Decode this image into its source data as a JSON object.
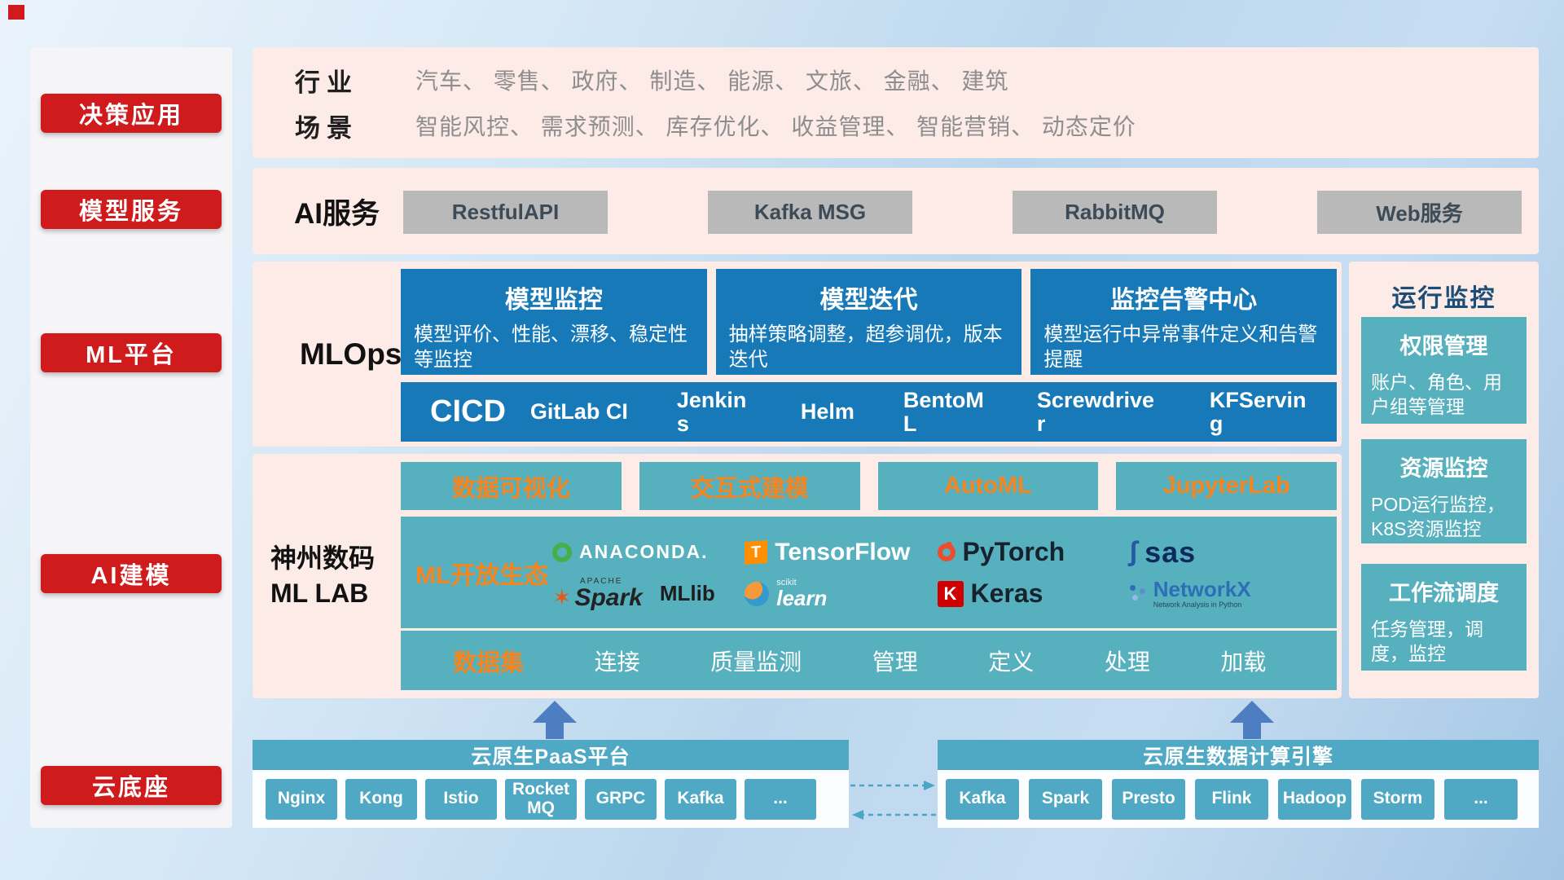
{
  "sidebar": {
    "items": [
      {
        "label": "决策应用"
      },
      {
        "label": "模型服务"
      },
      {
        "label": "ML平台"
      },
      {
        "label": "AI建模"
      },
      {
        "label": "云底座"
      }
    ]
  },
  "industry": {
    "row1_label": "行业",
    "row1_text": "汽车、 零售、 政府、 制造、 能源、 文旅、 金融、 建筑",
    "row2_label": "场景",
    "row2_text": "智能风控、 需求预测、 库存优化、 收益管理、 智能营销、 动态定价"
  },
  "ai_service": {
    "label": "AI服务",
    "buttons": [
      {
        "label": "RestfulAPI"
      },
      {
        "label": "Kafka MSG"
      },
      {
        "label": "RabbitMQ"
      },
      {
        "label": "Web服务"
      }
    ]
  },
  "mlops": {
    "label": "MLOps",
    "cards": [
      {
        "title": "模型监控",
        "desc": "模型评价、性能、漂移、稳定性等监控"
      },
      {
        "title": "模型迭代",
        "desc": "抽样策略调整，超参调优，版本迭代"
      },
      {
        "title": "监控告警中心",
        "desc": "模型运行中异常事件定义和告警提醒"
      }
    ],
    "cicd_label": "CICD",
    "cicd_tools": [
      {
        "label": "GitLab CI"
      },
      {
        "label": "Jenkins"
      },
      {
        "label": "Helm"
      },
      {
        "label": "BentoML"
      },
      {
        "label": "Screwdriver"
      },
      {
        "label": "KFServing"
      }
    ]
  },
  "mllab": {
    "label_line1": "神州数码",
    "label_line2": "ML LAB",
    "features": [
      {
        "label": "数据可视化"
      },
      {
        "label": "交互式建模"
      },
      {
        "label": "AutoML"
      },
      {
        "label": "JupyterLab"
      }
    ],
    "ecosystem_label": "ML开放生态",
    "logos": {
      "anaconda": "ANACONDA.",
      "tensorflow": "TensorFlow",
      "pytorch": "PyTorch",
      "sas": "sas",
      "spark_small": "APACHE",
      "spark": "Spark",
      "mllib": "MLlib",
      "scikit_small": "scikit",
      "scikit": "learn",
      "keras_k": "K",
      "keras": "Keras",
      "networkx": "NetworkX",
      "networkx_sub": "Network Analysis in Python"
    },
    "dataset_label": "数据集",
    "dataset_items": [
      {
        "label": "连接"
      },
      {
        "label": "质量监测"
      },
      {
        "label": "管理"
      },
      {
        "label": "定义"
      },
      {
        "label": "处理"
      },
      {
        "label": "加载"
      }
    ]
  },
  "monitoring": {
    "title": "运行监控",
    "cards": [
      {
        "title": "权限管理",
        "desc": "账户、角色、用户组等管理"
      },
      {
        "title": "资源监控",
        "desc": "POD运行监控，K8S资源监控"
      },
      {
        "title": "工作流调度",
        "desc": "任务管理，调度，监控"
      }
    ]
  },
  "foundation": {
    "paas_title": "云原生PaaS平台",
    "paas_items": [
      {
        "label": "Nginx"
      },
      {
        "label": "Kong"
      },
      {
        "label": "Istio"
      },
      {
        "label": "RocketMQ"
      },
      {
        "label": "GRPC"
      },
      {
        "label": "Kafka"
      },
      {
        "label": "..."
      }
    ],
    "engine_title": "云原生数据计算引擎",
    "engine_items": [
      {
        "label": "Kafka"
      },
      {
        "label": "Spark"
      },
      {
        "label": "Presto"
      },
      {
        "label": "Flink"
      },
      {
        "label": "Hadoop"
      },
      {
        "label": "Storm"
      },
      {
        "label": "..."
      }
    ]
  },
  "colors": {
    "accent_red": "#cf1b1b",
    "panel_pink": "#fcebe7",
    "card_blue": "#1779b8",
    "teal": "#56b0bd",
    "bar_teal": "#4fa8c4",
    "accent_orange": "#f5851f"
  }
}
